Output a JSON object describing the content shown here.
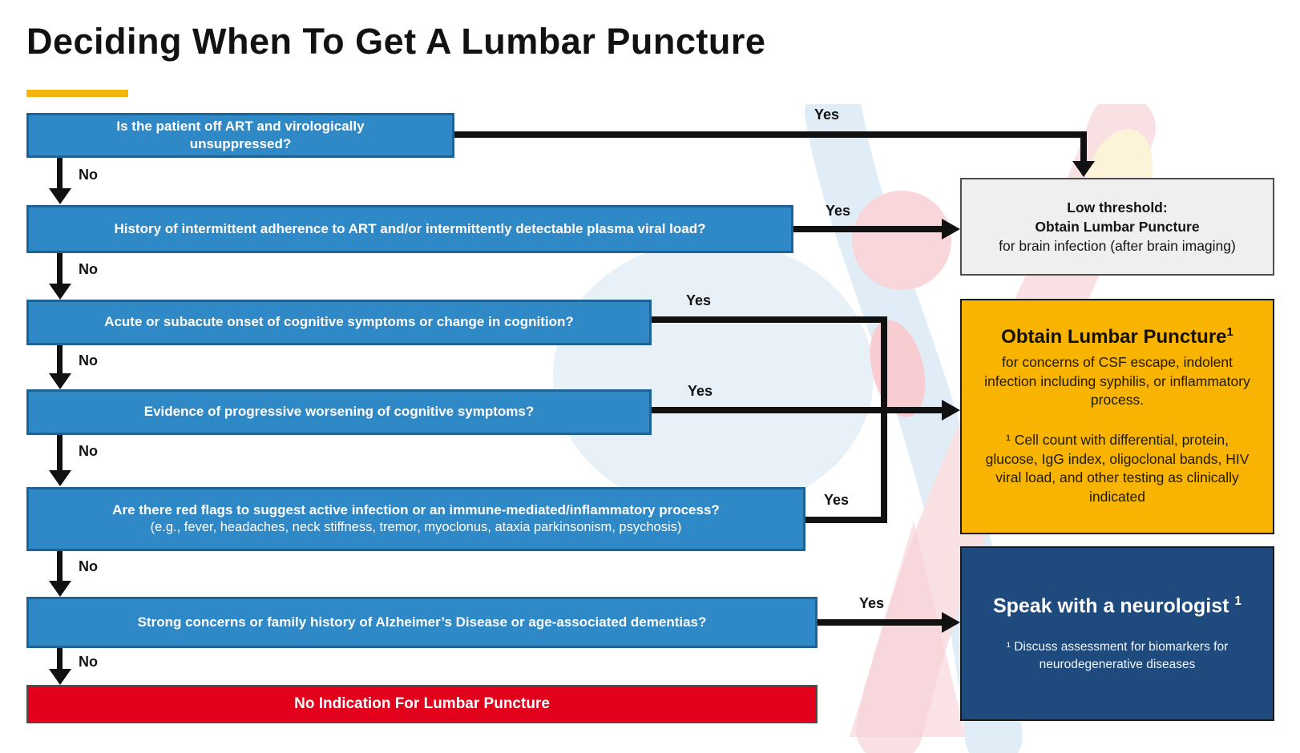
{
  "title": "Deciding When To Get A Lumbar Puncture",
  "labels": {
    "yes": "Yes",
    "no": "No"
  },
  "questions": [
    {
      "text": "Is the patient off ART and virologically unsuppressed?"
    },
    {
      "text": "History of intermittent adherence to ART and/or intermittently detectable plasma viral load?"
    },
    {
      "text": "Acute or subacute onset of cognitive symptoms or change in cognition?"
    },
    {
      "text": "Evidence of progressive worsening of cognitive symptoms?"
    },
    {
      "text": "Are there red flags to suggest active infection or an immune-mediated/inflammatory process?",
      "subtext": "(e.g., fever, headaches, neck stiffness, tremor, myoclonus, ataxia parkinsonism, psychosis)"
    },
    {
      "text": "Strong concerns or family history of Alzheimer’s Disease or age-associated dementias?"
    }
  ],
  "outcomes": {
    "low_threshold": {
      "title_line1": "Low threshold:",
      "title_line2": "Obtain Lumbar Puncture",
      "body": "for brain infection (after brain imaging)"
    },
    "obtain_lp": {
      "title": "Obtain Lumbar Puncture",
      "title_sup": "1",
      "body": "for concerns of CSF escape, indolent infection including syphilis, or inflammatory process.",
      "footnote": "¹ Cell count with differential, protein, glucose, IgG index, oligoclonal bands, HIV viral load, and other testing as clinically indicated"
    },
    "neurologist": {
      "title": "Speak with a neurologist",
      "title_sup": "1",
      "footnote": "¹ Discuss assessment for biomarkers for neurodegenerative diseases"
    },
    "no_indication": {
      "title": "No Indication For Lumbar Puncture"
    }
  },
  "colors": {
    "question_box": "#3089c7",
    "question_border": "#1f6396",
    "outcome_gray": "#efefef",
    "outcome_yellow": "#f8b400",
    "outcome_navy": "#1f4a7d",
    "outcome_red": "#e2001a",
    "accent_underline": "#f5b50a",
    "arrow": "#111111"
  }
}
